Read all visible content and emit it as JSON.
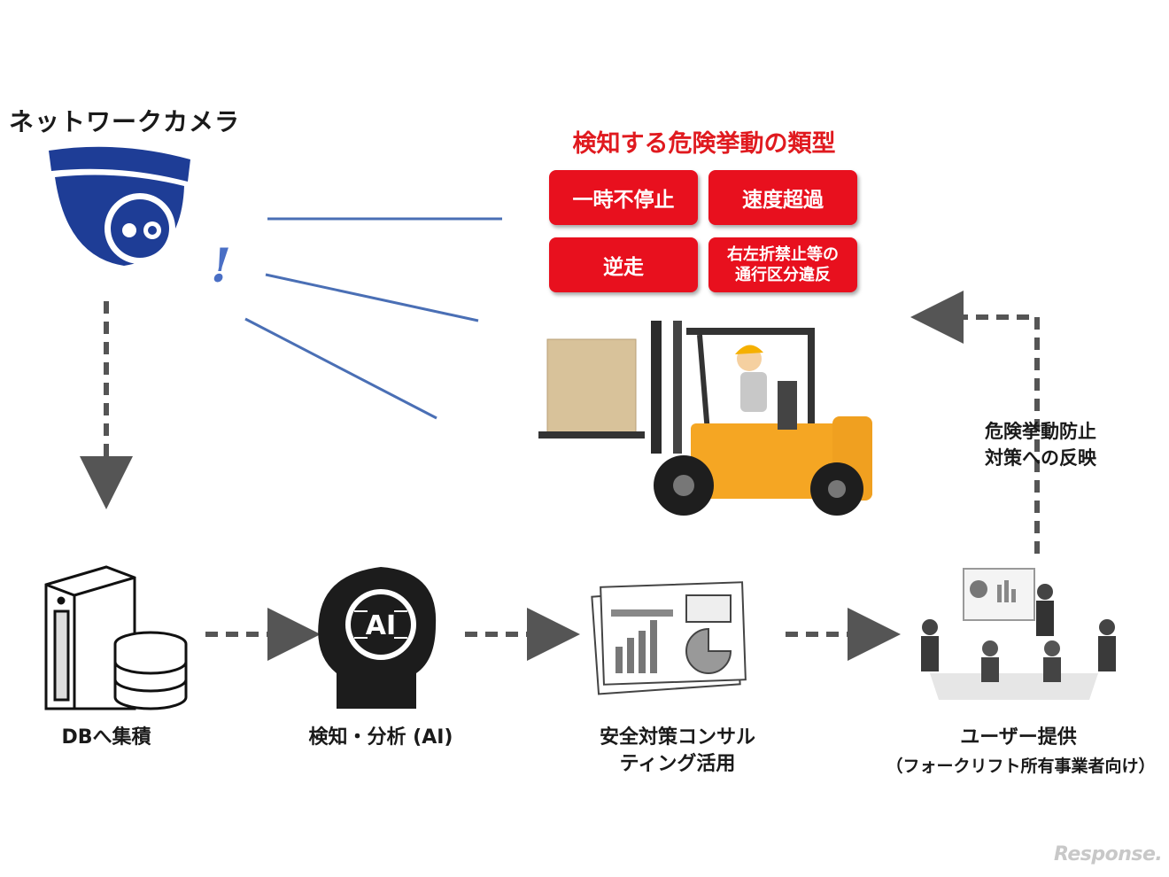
{
  "camera": {
    "title": "ネットワークカメラ",
    "alert_mark": "!"
  },
  "hazards": {
    "title": "検知する危険挙動の類型",
    "items": [
      "一時不停止",
      "速度超過",
      "逆走",
      "右左折禁止等の\n通行区分違反"
    ]
  },
  "flow": {
    "db_label": "DBへ集積",
    "ai_label": "検知・分析 (AI)",
    "ai_badge": "AI",
    "consult_label": "安全対策コンサル\nティング活用",
    "user_label": "ユーザー提供",
    "user_sublabel": "（フォークリフト所有事業者向け）",
    "feedback_label": "危険挙動防止\n対策への反映"
  },
  "watermark": "Response.",
  "colors": {
    "hazard_red": "#e8101e",
    "camera_blue": "#1e3d96",
    "arrow_gray": "#555555",
    "forklift_yellow": "#f5a623"
  }
}
